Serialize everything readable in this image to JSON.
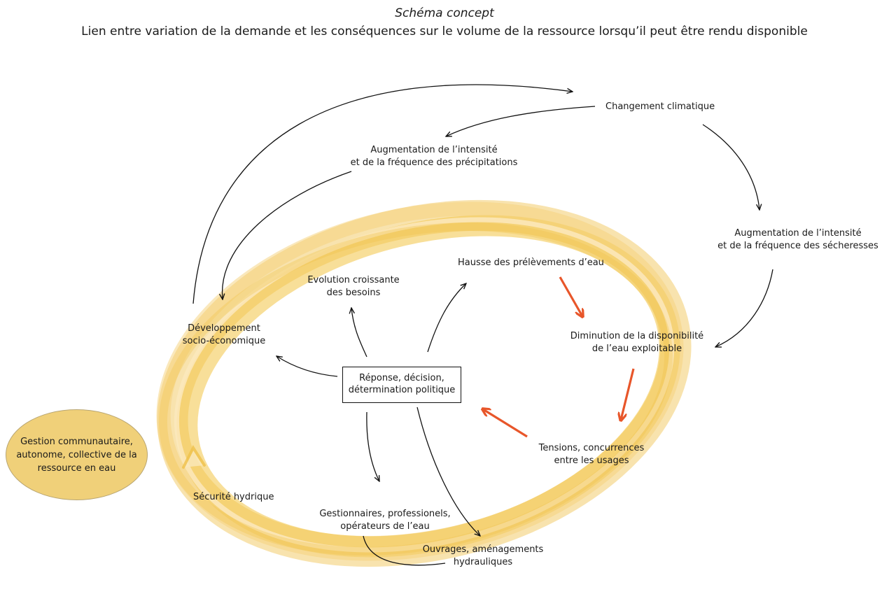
{
  "title": {
    "main": "Schéma concept",
    "subtitle": "Lien entre variation de la demande et les conséquences sur le volume de la ressource lorsqu’il peut être rendu disponible"
  },
  "nodes": {
    "changement_climatique": "Changement climatique",
    "precipitations_l1": "Augmentation de l’intensité",
    "precipitations_l2": "et de la fréquence des précipitations",
    "secheresses_l1": "Augmentation de l’intensité",
    "secheresses_l2": "et de la fréquence des sécheresses",
    "prelevements": "Hausse des prélèvements d’eau",
    "besoins_l1": "Evolution croissante",
    "besoins_l2": "des besoins",
    "developpement_l1": "Développement",
    "developpement_l2": "socio-économique",
    "disponibilite_l1": "Diminution de la disponibilité",
    "disponibilite_l2": "de l’eau exploitable",
    "reponse_l1": "Réponse, décision,",
    "reponse_l2": "détermination politique",
    "tensions_l1": "Tensions, concurrences",
    "tensions_l2": "entre les usages",
    "securite": "Sécurité hydrique",
    "gestionnaires_l1": "Gestionnaires, professionels,",
    "gestionnaires_l2": "opérateurs de l’eau",
    "ouvrages_l1": "Ouvrages, aménagements",
    "ouvrages_l2": "hydrauliques",
    "gestion_communautaire": "Gestion communautaire, autonome, collective de la ressource en eau"
  },
  "colors": {
    "cycle_band": "#f0c24b",
    "red_arrow": "#e8562a",
    "bubble_fill": "#f0d079",
    "arrow": "#111111"
  }
}
